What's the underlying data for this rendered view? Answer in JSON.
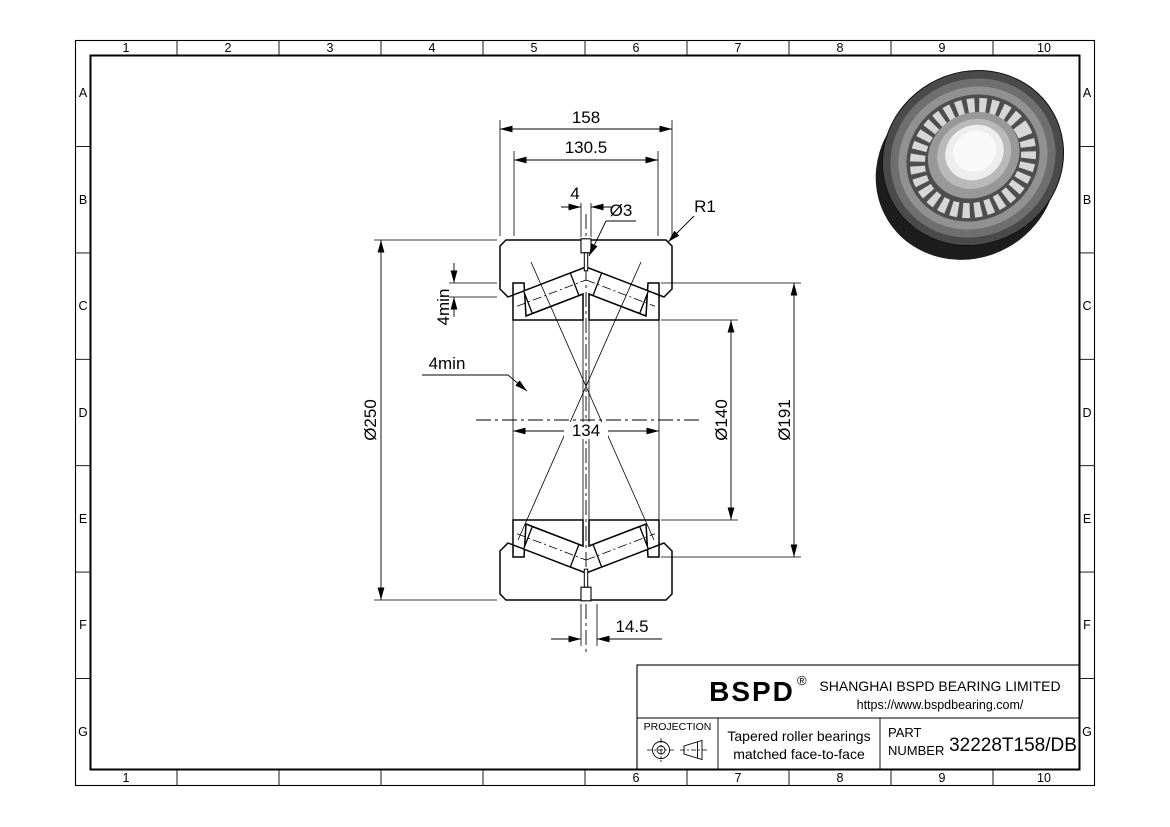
{
  "grid": {
    "columns": [
      "1",
      "2",
      "3",
      "4",
      "5",
      "6",
      "7",
      "8",
      "9",
      "10"
    ],
    "columns_bottom": [
      "1",
      "",
      "",
      "",
      "",
      "6",
      "7",
      "8",
      "9",
      "10"
    ],
    "rows": [
      "A",
      "B",
      "C",
      "D",
      "E",
      "F",
      "G"
    ]
  },
  "dimensions": {
    "total_width": "158",
    "outer_spacing": "130.5",
    "groove_width": "4",
    "hole_dia": "Ø3",
    "fillet_radius": "R1",
    "outer_dia": "Ø250",
    "radial_gap": "4min",
    "axial_gap": "4min",
    "inner_width": "134",
    "bore_dia": "Ø140",
    "rib_dia": "Ø191",
    "bottom_offset": "14.5"
  },
  "title_block": {
    "logo": "BSPD",
    "logo_mark": "®",
    "company": "SHANGHAI BSPD BEARING LIMITED",
    "website": "https://www.bspdbearing.com/",
    "projection_label": "PROJECTION",
    "description_line1": "Tapered roller bearings",
    "description_line2": "matched  face-to-face",
    "part_label_line1": "PART",
    "part_label_line2": "NUMBER",
    "part_number": "32228T158/DB"
  }
}
